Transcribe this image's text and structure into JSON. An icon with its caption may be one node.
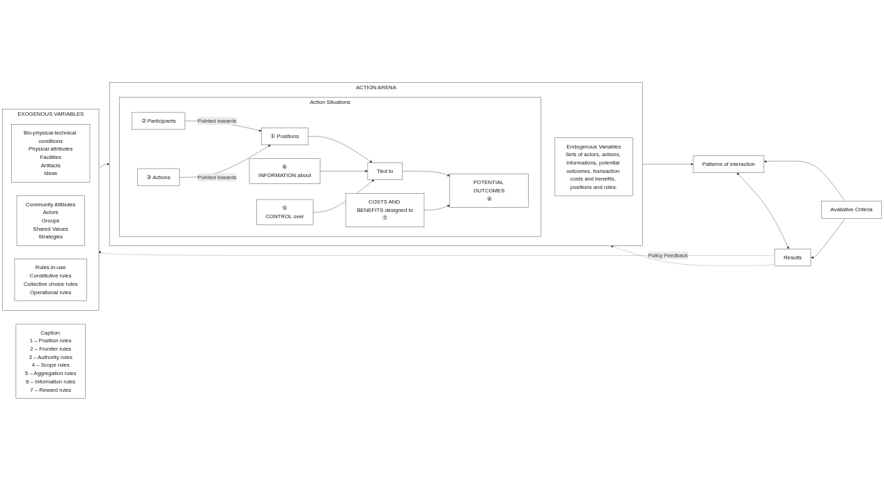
{
  "diagram": {
    "nodes": [
      {
        "text": [
          "EXOGENOUS VARIABLES"
        ]
      },
      {
        "text": [
          "Bio-physical-technical conditions",
          "Physical attributes",
          "Facilities",
          "Artifacts",
          "Ideas"
        ],
        "in": 0
      },
      {
        "text": [
          "Community Attibutes",
          "Actors",
          "Groups",
          "Shared Values",
          "Strategies"
        ],
        "in": 0
      },
      {
        "text": [
          "Rules-in-use",
          "Constitutive rules",
          "Collective choice rules",
          "Operational rules"
        ],
        "in": 0
      },
      {
        "text": [
          "ACTION ARENA"
        ]
      },
      {
        "text": [
          "Action Situations"
        ],
        "in": 4
      },
      {
        "text": [
          "② Participants"
        ],
        "in": 5
      },
      {
        "text": [
          "① Positions"
        ],
        "in": 5
      },
      {
        "text": [
          "③ Actions"
        ],
        "in": 5
      },
      {
        "text": [
          "⑥",
          "INFORMATION about"
        ],
        "in": 5
      },
      {
        "text": [
          "⑤",
          "CONTROL over"
        ],
        "in": 5
      },
      {
        "text": [
          "Tied to"
        ],
        "in": 5
      },
      {
        "text": [
          "POTENTIAL OUTCOMES",
          "④"
        ],
        "in": 5
      },
      {
        "text": [
          "COSTS AND BENEFITS designed to",
          "⑦"
        ],
        "in": 5
      },
      {
        "text": [
          "Endogenous Variables",
          "Sets of actors, actions, informations, potential outcomes, transaction costs and benefits, positions and roles."
        ],
        "in": 4
      },
      {
        "text": [
          "Patterns of interaction"
        ]
      },
      {
        "text": [
          "Avaliative Criteria"
        ]
      },
      {
        "text": [
          "Results"
        ]
      },
      {
        "text": [
          "Caption:",
          "1 – Position rules",
          "2 – Frontier rules",
          "3 – Authority rules",
          "4 – Scope rules",
          "5 – Aggregation rules",
          "6 – Information rules",
          "7 – Reward rules"
        ]
      }
    ],
    "edges": [
      {
        "from": 0,
        "to": 4,
        "arrow": "to"
      },
      {
        "from": 4,
        "to": 15,
        "arrow": "to"
      },
      {
        "from": 15,
        "to": 17,
        "arrow": "both"
      },
      {
        "from": 6,
        "to": 7,
        "arrow": "to",
        "label": "Pointed towards"
      },
      {
        "from": 8,
        "to": 7,
        "arrow": "to",
        "label": "Pointed towards"
      },
      {
        "from": 7,
        "to": 11,
        "arrow": "to"
      },
      {
        "from": 9,
        "to": 11,
        "arrow": "to"
      },
      {
        "from": 10,
        "to": 11,
        "arrow": "to"
      },
      {
        "from": 11,
        "to": 12,
        "arrow": "to"
      },
      {
        "from": 13,
        "to": 12,
        "arrow": "to"
      },
      {
        "from": 16,
        "to": 15,
        "arrow": "to"
      },
      {
        "from": 16,
        "to": 17,
        "arrow": "to"
      },
      {
        "from": 17,
        "to": 0,
        "arrow": "to",
        "style": "dashed",
        "label": "Policy Feedback"
      },
      {
        "from": 17,
        "to": 4,
        "arrow": "to",
        "style": "dashed"
      }
    ]
  }
}
